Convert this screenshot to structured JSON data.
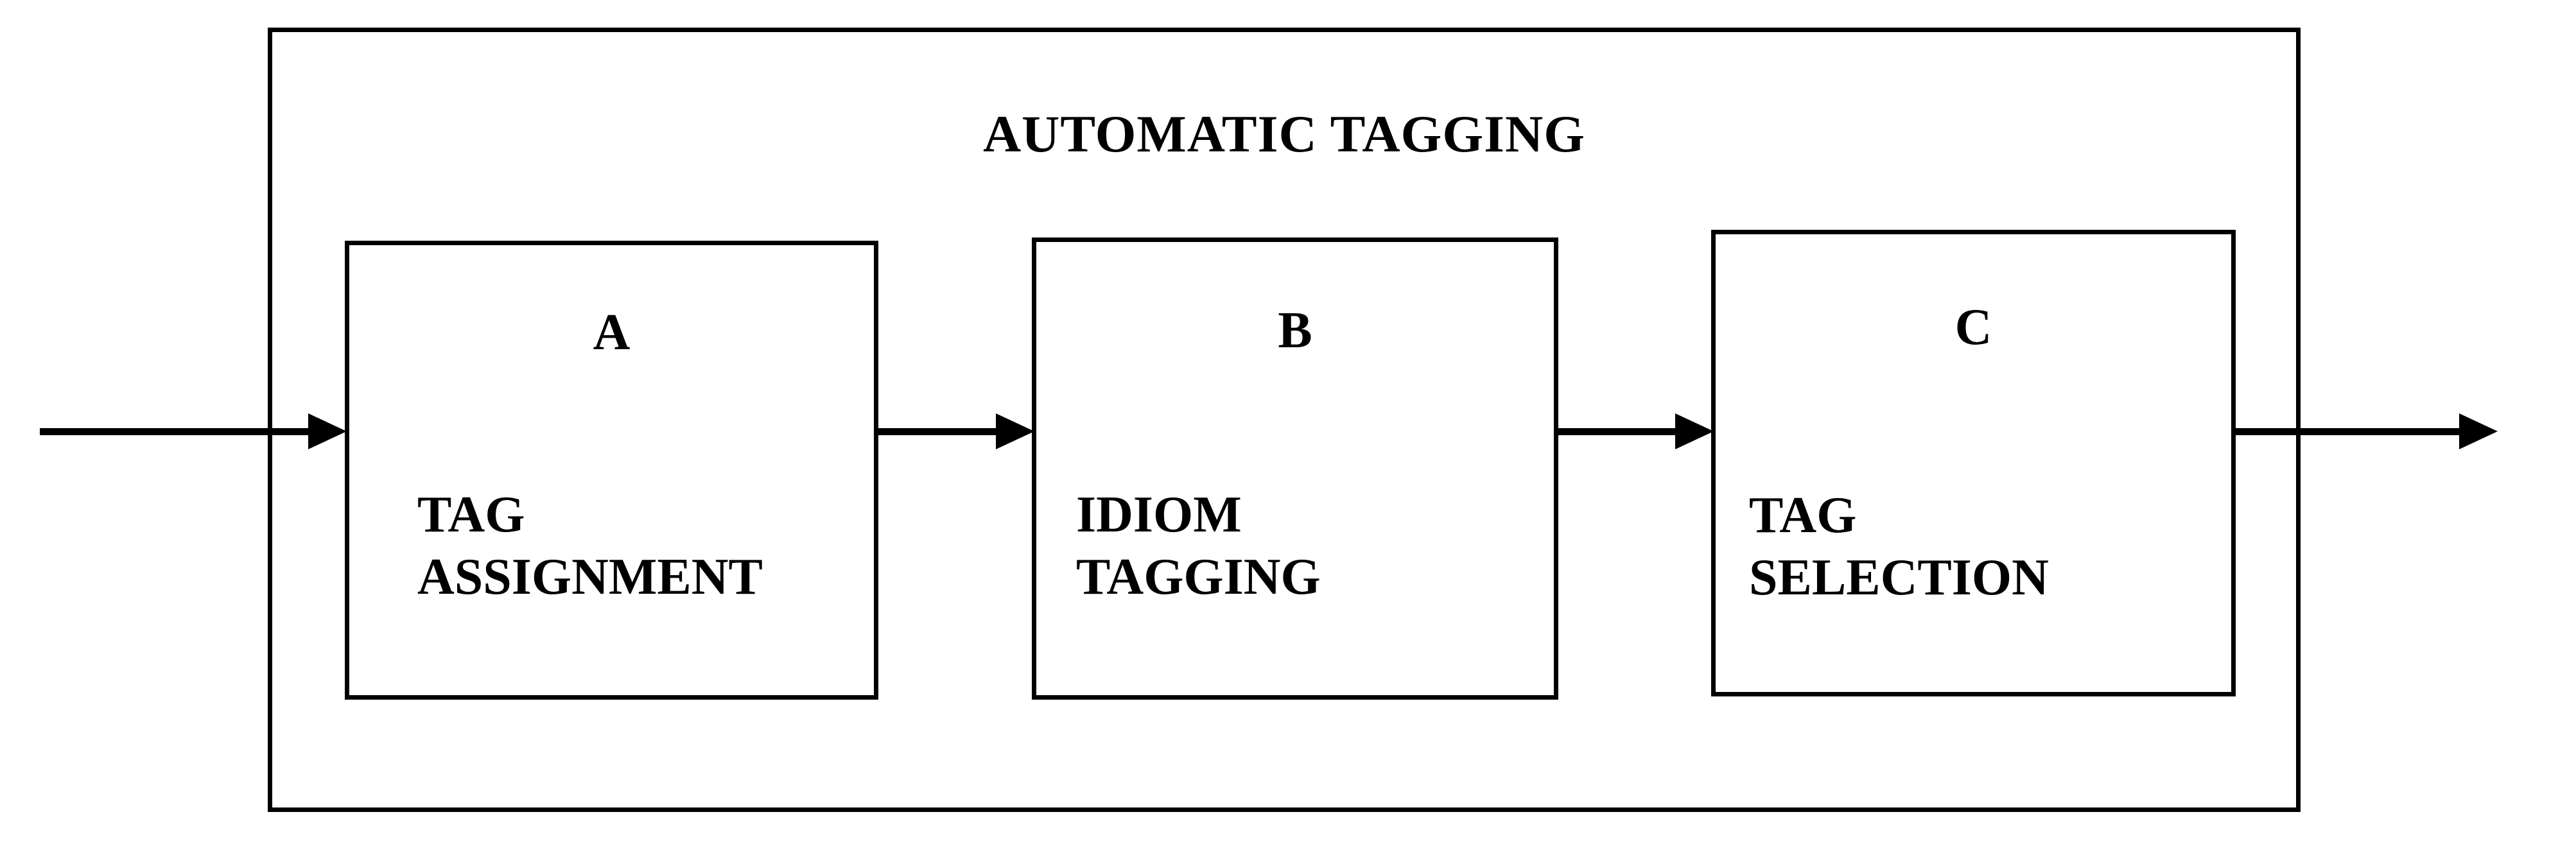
{
  "diagram": {
    "title": "AUTOMATIC TAGGING",
    "type": "process-flow",
    "orientation": "left-to-right",
    "stages": [
      {
        "letter": "A",
        "label": "TAG\nASSIGNMENT"
      },
      {
        "letter": "B",
        "label": "IDIOM\nTAGGING"
      },
      {
        "letter": "C",
        "label": "TAG\nSELECTION"
      }
    ],
    "connectors": [
      {
        "name": "input-arrow",
        "from": "external",
        "to": "A"
      },
      {
        "name": "a-to-b-arrow",
        "from": "A",
        "to": "B"
      },
      {
        "name": "b-to-c-arrow",
        "from": "B",
        "to": "C"
      },
      {
        "name": "output-arrow",
        "from": "C",
        "to": "external"
      }
    ],
    "colors": {
      "stroke": "#000000",
      "background": "#ffffff",
      "text": "#000000"
    }
  }
}
